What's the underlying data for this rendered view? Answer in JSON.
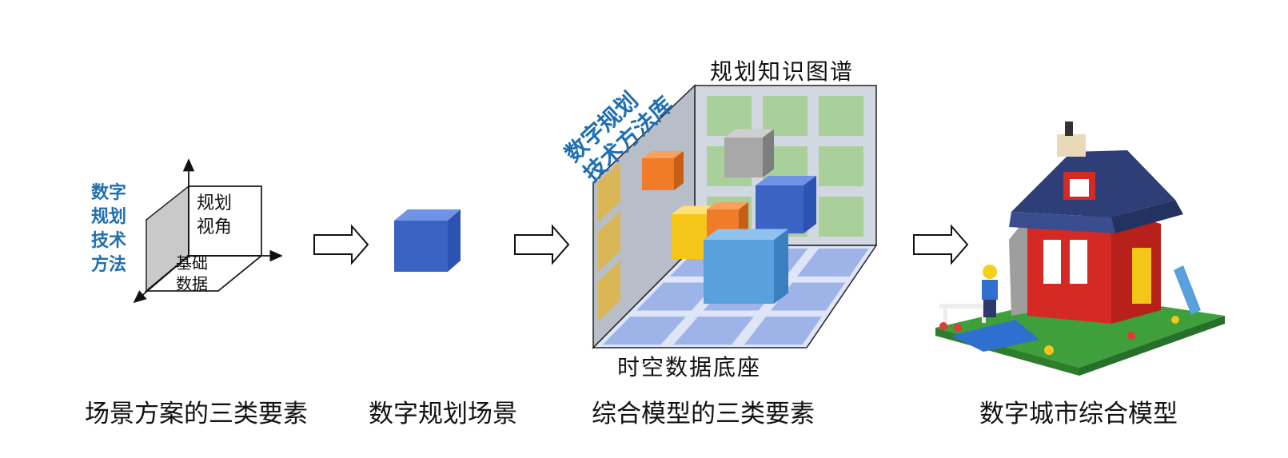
{
  "panel1": {
    "side_label": "数字\n规划\n技术\n方法",
    "top_label": "规划\n视角",
    "bottom_label": "基础\n数据",
    "caption": "场景方案的三类要素"
  },
  "panel2": {
    "caption": "数字规划场景"
  },
  "panel3": {
    "top_label": "规划知识图谱",
    "side_label": "数字规划\n技术方法库",
    "bottom_label": "时空数据底座",
    "caption": "综合模型的三类要素"
  },
  "panel4": {
    "caption": "数字城市综合模型"
  },
  "colors": {
    "accent_blue": "#1f6fb2",
    "cube_blue": "#3a63c4",
    "green_tile": "#a9cf9a",
    "floor_tile": "#9eb3e8",
    "wall_gray": "#b8bec8",
    "orange": "#f07c2a",
    "yellow": "#f5c518",
    "gray_cube": "#a8a8a8",
    "light_blue_cube": "#5aa0dc",
    "house_red": "#d42a23",
    "roof_navy": "#2e3f78",
    "grass_green": "#3f9f3a"
  },
  "icons": [
    "arrow-right-icon",
    "blue-cube-icon",
    "lego-house-icon"
  ]
}
